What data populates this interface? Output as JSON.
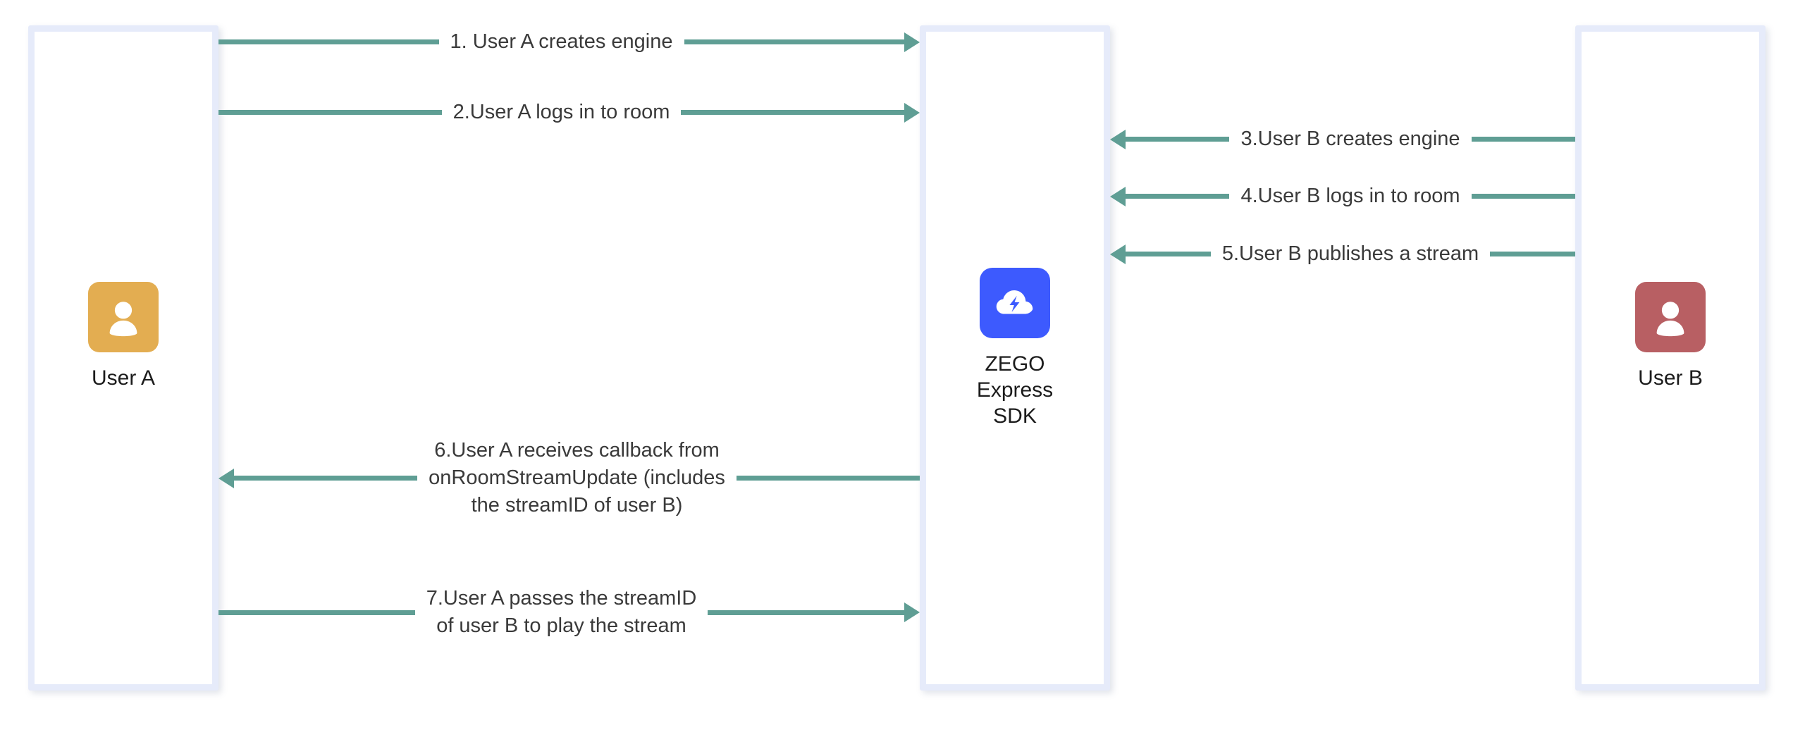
{
  "diagram": {
    "type": "sequence-diagram",
    "title": "ZEGO Express SDK publish/play stream flow",
    "colors": {
      "lifeline_border": "#e6ebfa",
      "arrow": "#5f9e94",
      "user_a_avatar": "#e3ad51",
      "user_b_avatar": "#b85f63",
      "sdk_logo": "#3d5afe",
      "label_text": "#3a3a3a",
      "actor_text": "#1c1c1c"
    },
    "actors": [
      {
        "id": "user-a",
        "label": "User A",
        "icon": "person-icon",
        "accent": "#e3ad51"
      },
      {
        "id": "sdk",
        "label": "ZEGO\nExpress\nSDK",
        "icon": "zego-cloud-bolt-icon",
        "accent": "#3d5afe"
      },
      {
        "id": "user-b",
        "label": "User B",
        "icon": "person-icon",
        "accent": "#b85f63"
      }
    ],
    "messages": [
      {
        "step": 1,
        "label": "1. User A creates engine",
        "from": "user-a",
        "to": "sdk",
        "direction": "right"
      },
      {
        "step": 2,
        "label": "2.User A logs in to room",
        "from": "user-a",
        "to": "sdk",
        "direction": "right"
      },
      {
        "step": 3,
        "label": "3.User B creates engine",
        "from": "user-b",
        "to": "sdk",
        "direction": "left"
      },
      {
        "step": 4,
        "label": "4.User B logs in to room",
        "from": "user-b",
        "to": "sdk",
        "direction": "left"
      },
      {
        "step": 5,
        "label": "5.User B publishes a stream",
        "from": "user-b",
        "to": "sdk",
        "direction": "left"
      },
      {
        "step": 6,
        "label": "6.User A receives callback from\nonRoomStreamUpdate (includes\nthe streamID of user B)",
        "from": "sdk",
        "to": "user-a",
        "direction": "left"
      },
      {
        "step": 7,
        "label": "7.User A passes the streamID\nof user B to play the stream",
        "from": "user-a",
        "to": "sdk",
        "direction": "right"
      }
    ]
  }
}
